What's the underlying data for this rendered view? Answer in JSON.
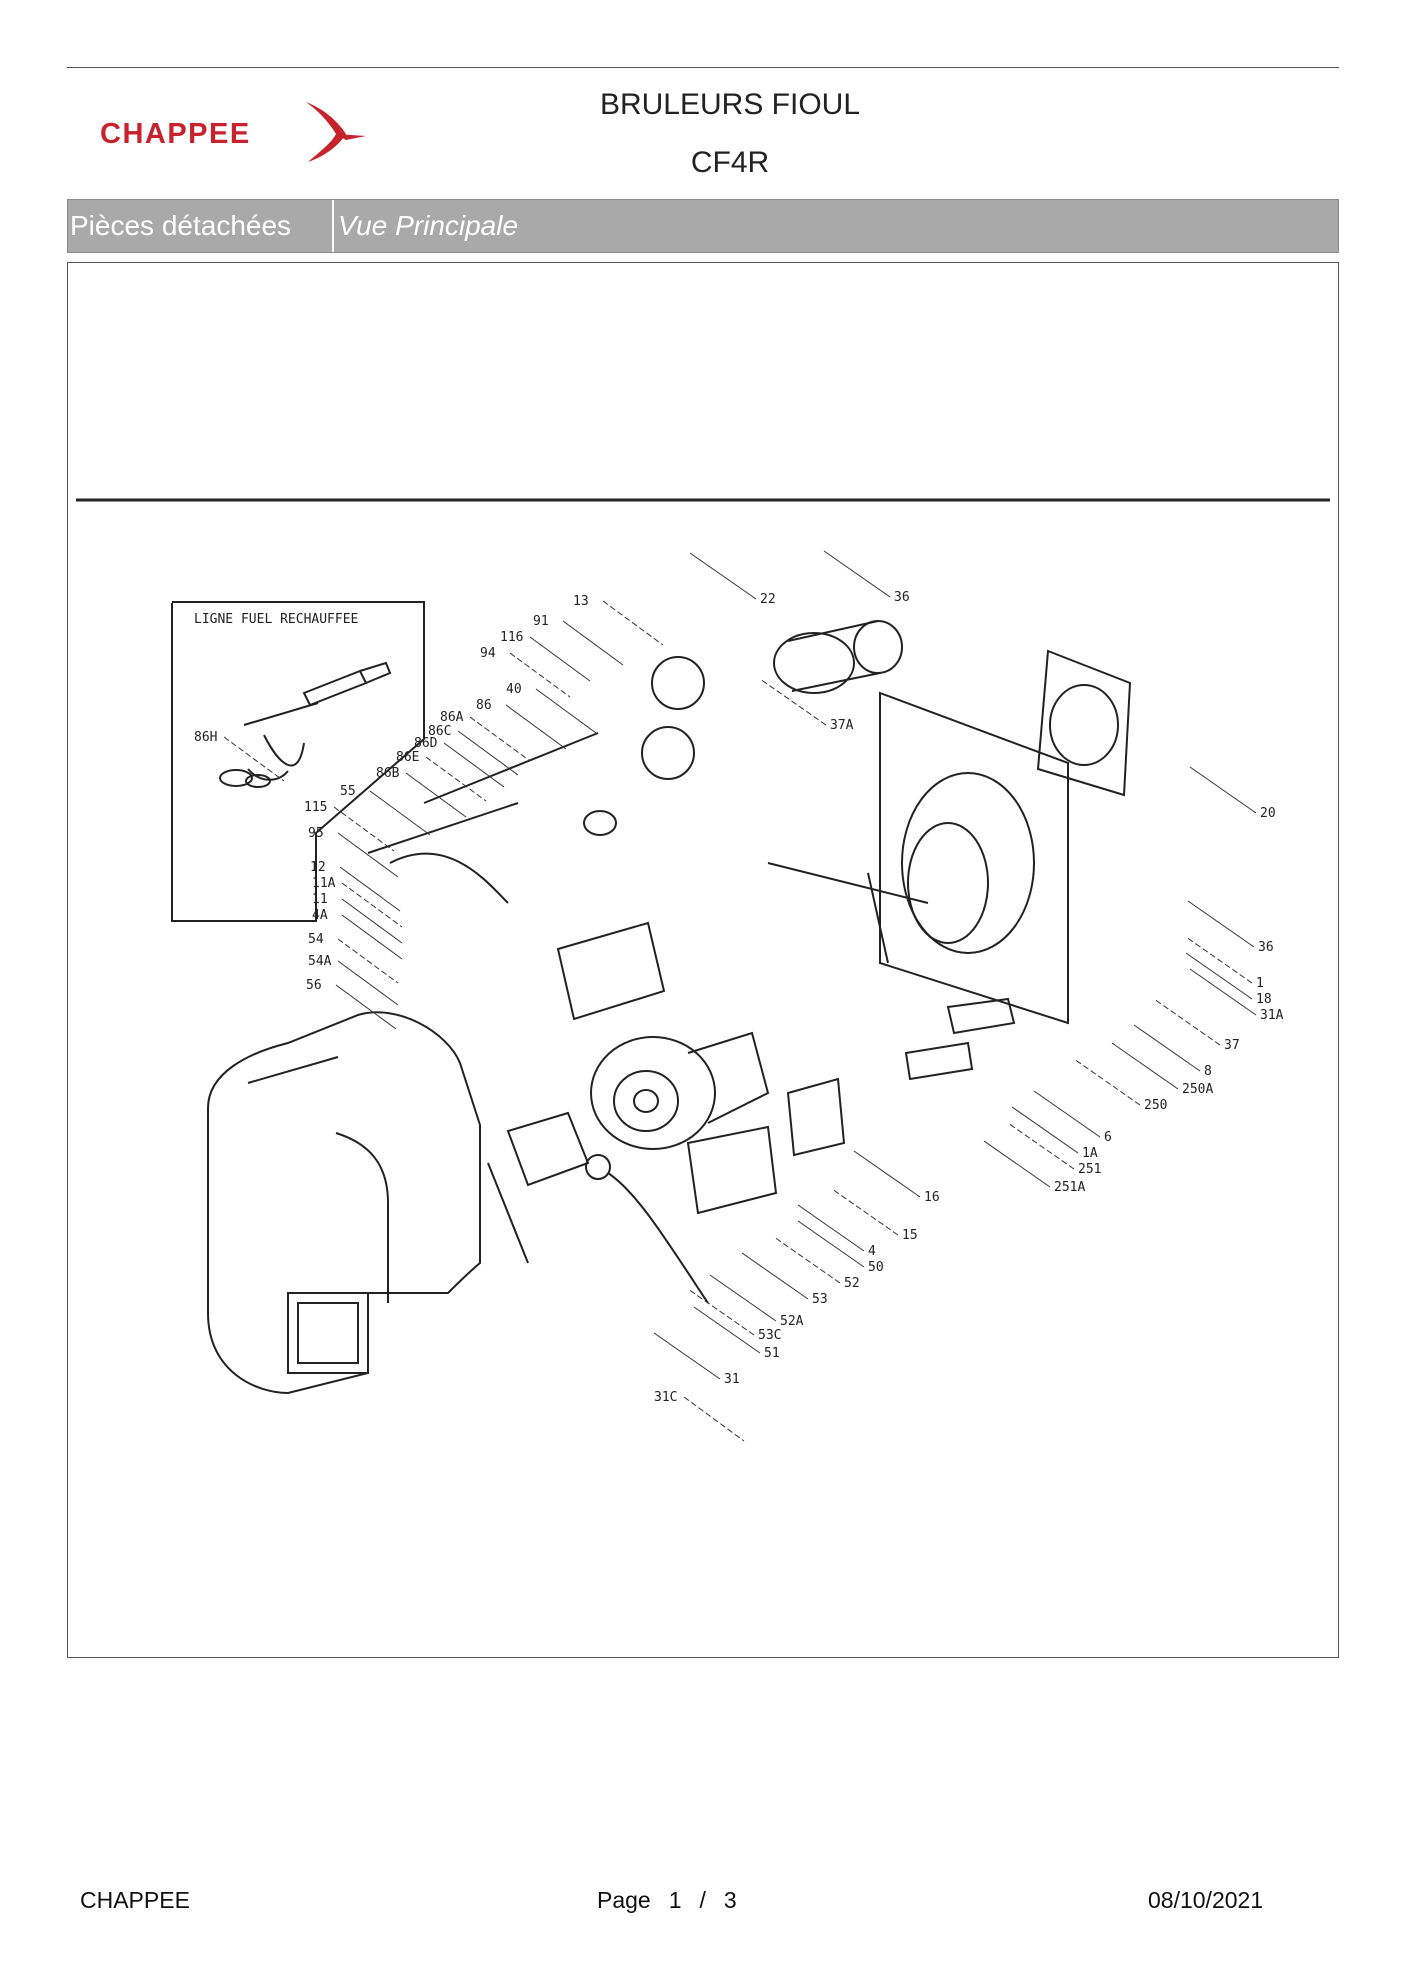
{
  "header": {
    "brand": "CHAPPEE",
    "title_line1": "BRULEURS FIOUL",
    "title_line2": "CF4R"
  },
  "section_bar": {
    "category": "Pièces détachées",
    "view": "Vue Principale"
  },
  "drawing": {
    "inset_title": "LIGNE FUEL RECHAUFFEE",
    "callouts": [
      "13",
      "91",
      "116",
      "94",
      "40",
      "86",
      "86A",
      "86C",
      "86D",
      "86E",
      "86B",
      "55",
      "115",
      "95",
      "12",
      "11A",
      "11",
      "4A",
      "54",
      "54A",
      "56",
      "86H",
      "22",
      "36",
      "37A",
      "20",
      "36",
      "1",
      "18",
      "31A",
      "37",
      "8",
      "250A",
      "250",
      "6",
      "1A",
      "251",
      "251A",
      "16",
      "15",
      "4",
      "50",
      "52",
      "53",
      "52A",
      "53C",
      "51",
      "31",
      "31C"
    ]
  },
  "footer": {
    "brand": "CHAPPEE",
    "page_label": "Page",
    "page_current": "1",
    "page_sep": "/",
    "page_total": "3",
    "date": "08/10/2021"
  },
  "colors": {
    "brand_red": "#c8232c",
    "bar_gray": "#a9a9a9"
  }
}
